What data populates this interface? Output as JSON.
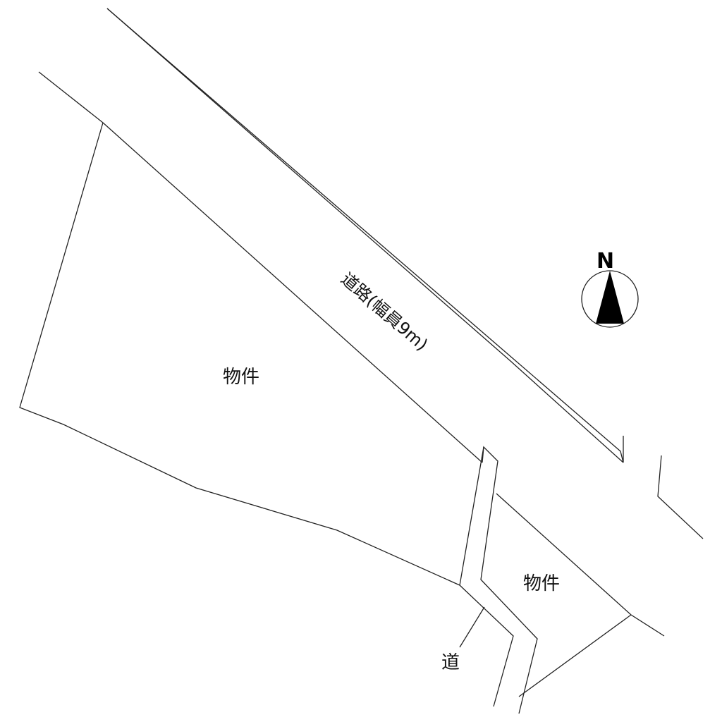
{
  "labels": {
    "property_main": "物件",
    "property_small": "物件",
    "road": "道路(幅員9m)",
    "path": "道"
  },
  "compass": {
    "letter": "N"
  },
  "colors": {
    "line": "#222222",
    "background": "#ffffff",
    "arrow": "#000000"
  }
}
